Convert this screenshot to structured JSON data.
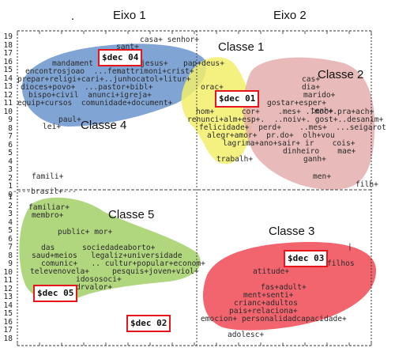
{
  "axes": {
    "x_title": "Eixo 1",
    "y_title": "Eixo 2",
    "separator": "."
  },
  "classes": [
    "Classe 1",
    "Classe 2",
    "Classe 3",
    "Classe 4",
    "Classe 5"
  ],
  "colors": {
    "classe1": "#f2ee6a",
    "classe2": "#e2a9a7",
    "classe3": "#f04a55",
    "classe4": "#5c8cc9",
    "classe5": "#9ccc5e",
    "highlight": "#e8141c"
  },
  "dec_labels": [
    "$dec 04",
    "$dec 01",
    "$dec 03",
    "$dec 05",
    "$dec 02"
  ],
  "y_ticks_upper": [
    "19",
    "18",
    "17",
    "16",
    "15",
    "14",
    "13",
    "12",
    "11",
    "10",
    "9",
    "8",
    "7",
    "6",
    "5",
    "4",
    "3",
    "2",
    "1",
    "0"
  ],
  "y_ticks_lower": [
    "1",
    "2",
    "3",
    "4",
    "5",
    "6",
    "7",
    "8",
    "9",
    "10",
    "11",
    "12",
    "13",
    "14",
    "15",
    "16",
    "17",
    "18"
  ],
  "words": {
    "w01": "casa+ senhor+",
    "w02": "sant+",
    "w03": "mandament",
    "w04": "jesus+",
    "w05": "pap+deus+",
    "w06": "encontrosjoao  ...femattrimoni+crist+",
    "w07": "prepar+religi+cari+..junhocatol+litur+",
    "w08": "dioces+povo+  ...pastor+bibl+",
    "w09": "bispo+civil  anunci+igreja+",
    "w10": "equip+cursos  comunidade+document+",
    "w11": "paul+",
    "w12": "lei+",
    "w13": "cas+",
    "w14": "dia+",
    "w15": "marido+",
    "w16": "gostar+esper+",
    "w17": "tenh+",
    "w18": "orac+",
    "w19": "hom+      cor+    .mes+ ..moc+.pra+ach+",
    "w20": "renunci+alm+esp+.  ..noiv+. gost+..desanim+",
    "w21": "felicidade+  perd+    ..mes+  ...seigarot",
    "w22": "alegr+amor+  pr.do+  olh+vou",
    "w23": "lagrima+ano+sair+ ir    cois+",
    "w24": "dinheiro    mae+",
    "w25": "ganh+",
    "w26": "trabalh+",
    "w27": "men+",
    "w28": "filh+",
    "w29": "famili+",
    "w30": "----brasil+---",
    "w31": "familiar+",
    "w32": "membro+",
    "w33": "public+ mor+",
    "w34": "das      sociedadeaborto+",
    "w35": "saud+meios   legaliz+universidade",
    "w36": "comunic+   .. cultur+popular+econom+",
    "w37": "televenovela+     pesquis+joven+viol+",
    "w38": "idososoci+",
    "w39": "drvalor+",
    "w40": "filhos",
    "w41": "atitude+",
    "w42": "fas+adult+",
    "w43": "ment+senti+",
    "w44": "crianc+adultos",
    "w45": "pais+relaciona+",
    "w46": "emocion+ personalidadcapacidade+",
    "w47": "adolesc+"
  }
}
